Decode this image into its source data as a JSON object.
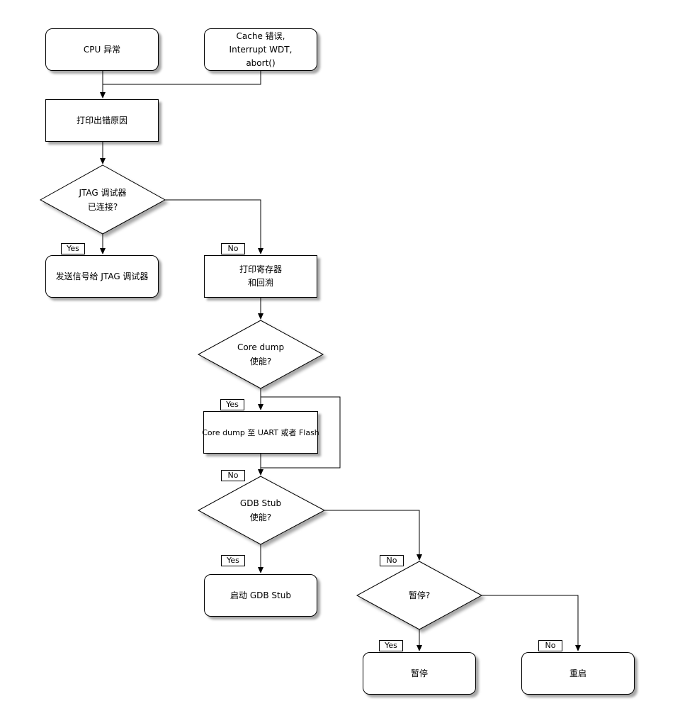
{
  "diagram": {
    "type": "flowchart",
    "topic": "CPU exception / fatal error handling flow"
  },
  "nodes": {
    "cpu_exception": {
      "label": "CPU 异常",
      "shape": "rounded"
    },
    "cache_error": {
      "lines": [
        "Cache 错误,",
        "Interrupt WDT,",
        "abort()"
      ],
      "shape": "rounded"
    },
    "print_reason": {
      "label": "打印出错原因",
      "shape": "rect"
    },
    "jtag_connected": {
      "lines": [
        "JTAG 调试器",
        "已连接?"
      ],
      "shape": "diamond"
    },
    "signal_jtag": {
      "label": "发送信号给 JTAG 调试器",
      "shape": "rounded"
    },
    "print_registers": {
      "lines": [
        "打印寄存器",
        "和回溯"
      ],
      "shape": "rect"
    },
    "core_dump_enabled": {
      "lines": [
        "Core dump",
        "使能?"
      ],
      "shape": "diamond"
    },
    "core_dump_out": {
      "label": "Core dump 至 UART 或者 Flash",
      "shape": "rect"
    },
    "gdb_stub_enabled": {
      "lines": [
        "GDB Stub",
        "使能?"
      ],
      "shape": "diamond"
    },
    "start_gdb_stub": {
      "label": "启动 GDB Stub",
      "shape": "rounded"
    },
    "halted_q": {
      "label": "暂停?",
      "shape": "diamond"
    },
    "halt": {
      "label": "暂停",
      "shape": "rounded"
    },
    "reboot": {
      "label": "重启",
      "shape": "rounded"
    }
  },
  "edge_labels": {
    "yes": "Yes",
    "no": "No"
  },
  "edges": [
    {
      "from": "cpu_exception",
      "to": "print_reason",
      "label": ""
    },
    {
      "from": "cache_error",
      "to": "print_reason",
      "label": ""
    },
    {
      "from": "print_reason",
      "to": "jtag_connected",
      "label": ""
    },
    {
      "from": "jtag_connected",
      "to": "signal_jtag",
      "label": "Yes"
    },
    {
      "from": "jtag_connected",
      "to": "print_registers",
      "label": "No"
    },
    {
      "from": "print_registers",
      "to": "core_dump_enabled",
      "label": ""
    },
    {
      "from": "core_dump_enabled",
      "to": "core_dump_out",
      "label": "Yes"
    },
    {
      "from": "core_dump_enabled",
      "to": "gdb_stub_enabled",
      "label": "No"
    },
    {
      "from": "core_dump_out",
      "to": "gdb_stub_enabled",
      "label": ""
    },
    {
      "from": "gdb_stub_enabled",
      "to": "start_gdb_stub",
      "label": "Yes"
    },
    {
      "from": "gdb_stub_enabled",
      "to": "halted_q",
      "label": "No"
    },
    {
      "from": "halted_q",
      "to": "halt",
      "label": "Yes"
    },
    {
      "from": "halted_q",
      "to": "reboot",
      "label": "No"
    }
  ],
  "colors": {
    "stroke": "#000000",
    "node_fill": "#ffffff",
    "background": "#ffffff"
  }
}
